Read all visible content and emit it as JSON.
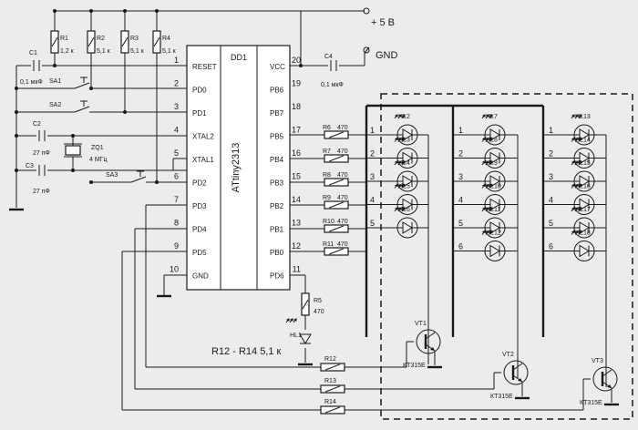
{
  "power": {
    "vcc_label": "+ 5 В",
    "gnd_label": "GND"
  },
  "chip": {
    "ref": "DD1",
    "name": "ATtiny2313",
    "left_pins": [
      {
        "num": "1",
        "name": "RESET"
      },
      {
        "num": "2",
        "name": "PD0"
      },
      {
        "num": "3",
        "name": "PD1"
      },
      {
        "num": "4",
        "name": "XTAL2"
      },
      {
        "num": "5",
        "name": "XTAL1"
      },
      {
        "num": "6",
        "name": "PD2"
      },
      {
        "num": "7",
        "name": "PD3"
      },
      {
        "num": "8",
        "name": "PD4"
      },
      {
        "num": "9",
        "name": "PD5"
      },
      {
        "num": "10",
        "name": "GND"
      }
    ],
    "right_pins": [
      {
        "num": "20",
        "name": "VCC"
      },
      {
        "num": "19",
        "name": "PB6"
      },
      {
        "num": "18",
        "name": "PB7"
      },
      {
        "num": "17",
        "name": "PB5"
      },
      {
        "num": "16",
        "name": "PB4"
      },
      {
        "num": "15",
        "name": "PB3"
      },
      {
        "num": "14",
        "name": "PB2"
      },
      {
        "num": "13",
        "name": "PB1"
      },
      {
        "num": "12",
        "name": "PB0"
      },
      {
        "num": "11",
        "name": "PD6"
      }
    ]
  },
  "pullups": [
    {
      "ref": "R1",
      "value": "1,2 к"
    },
    {
      "ref": "R2",
      "value": "5,1 к"
    },
    {
      "ref": "R3",
      "value": "5,1 к"
    },
    {
      "ref": "R4",
      "value": "5,1 к"
    }
  ],
  "seg_resistors": [
    {
      "ref": "R6",
      "value": "470"
    },
    {
      "ref": "R7",
      "value": "470"
    },
    {
      "ref": "R8",
      "value": "470"
    },
    {
      "ref": "R9",
      "value": "470"
    },
    {
      "ref": "R10",
      "value": "470"
    },
    {
      "ref": "R11",
      "value": "470"
    }
  ],
  "caps": {
    "c1": {
      "ref": "C1",
      "value": "0,1 мкФ"
    },
    "c2": {
      "ref": "C2",
      "value": "27 пФ"
    },
    "c3": {
      "ref": "C3",
      "value": "27 пФ"
    },
    "c4": {
      "ref": "C4",
      "value": "0,1 мкФ"
    }
  },
  "crystal": {
    "ref": "ZQ1",
    "value": "4 МГц"
  },
  "switches": [
    "SA1",
    "SA2",
    "SA3"
  ],
  "indicator": {
    "r_ref": "R5",
    "r_value": "470",
    "led_ref": "HL1"
  },
  "base_resistors": {
    "note": "R12 - R14  5,1 к",
    "refs": [
      "R12",
      "R13",
      "R14"
    ]
  },
  "transistors": [
    {
      "ref": "VT1",
      "type": "КТ315Е"
    },
    {
      "ref": "VT2",
      "type": "КТ315Е"
    },
    {
      "ref": "VT3",
      "type": "КТ315Е"
    }
  ],
  "led_columns": [
    [
      "HL2",
      "HL3",
      "HL4",
      "HL5",
      "HL6"
    ],
    [
      "HL7",
      "HL8",
      "HL9",
      "HL10",
      "HL11",
      "HL12"
    ],
    [
      "HL13",
      "HL14",
      "HL15",
      "HL16",
      "HL17",
      "HL18"
    ]
  ],
  "row_numbers": [
    "1",
    "2",
    "3",
    "4",
    "5",
    "6"
  ]
}
